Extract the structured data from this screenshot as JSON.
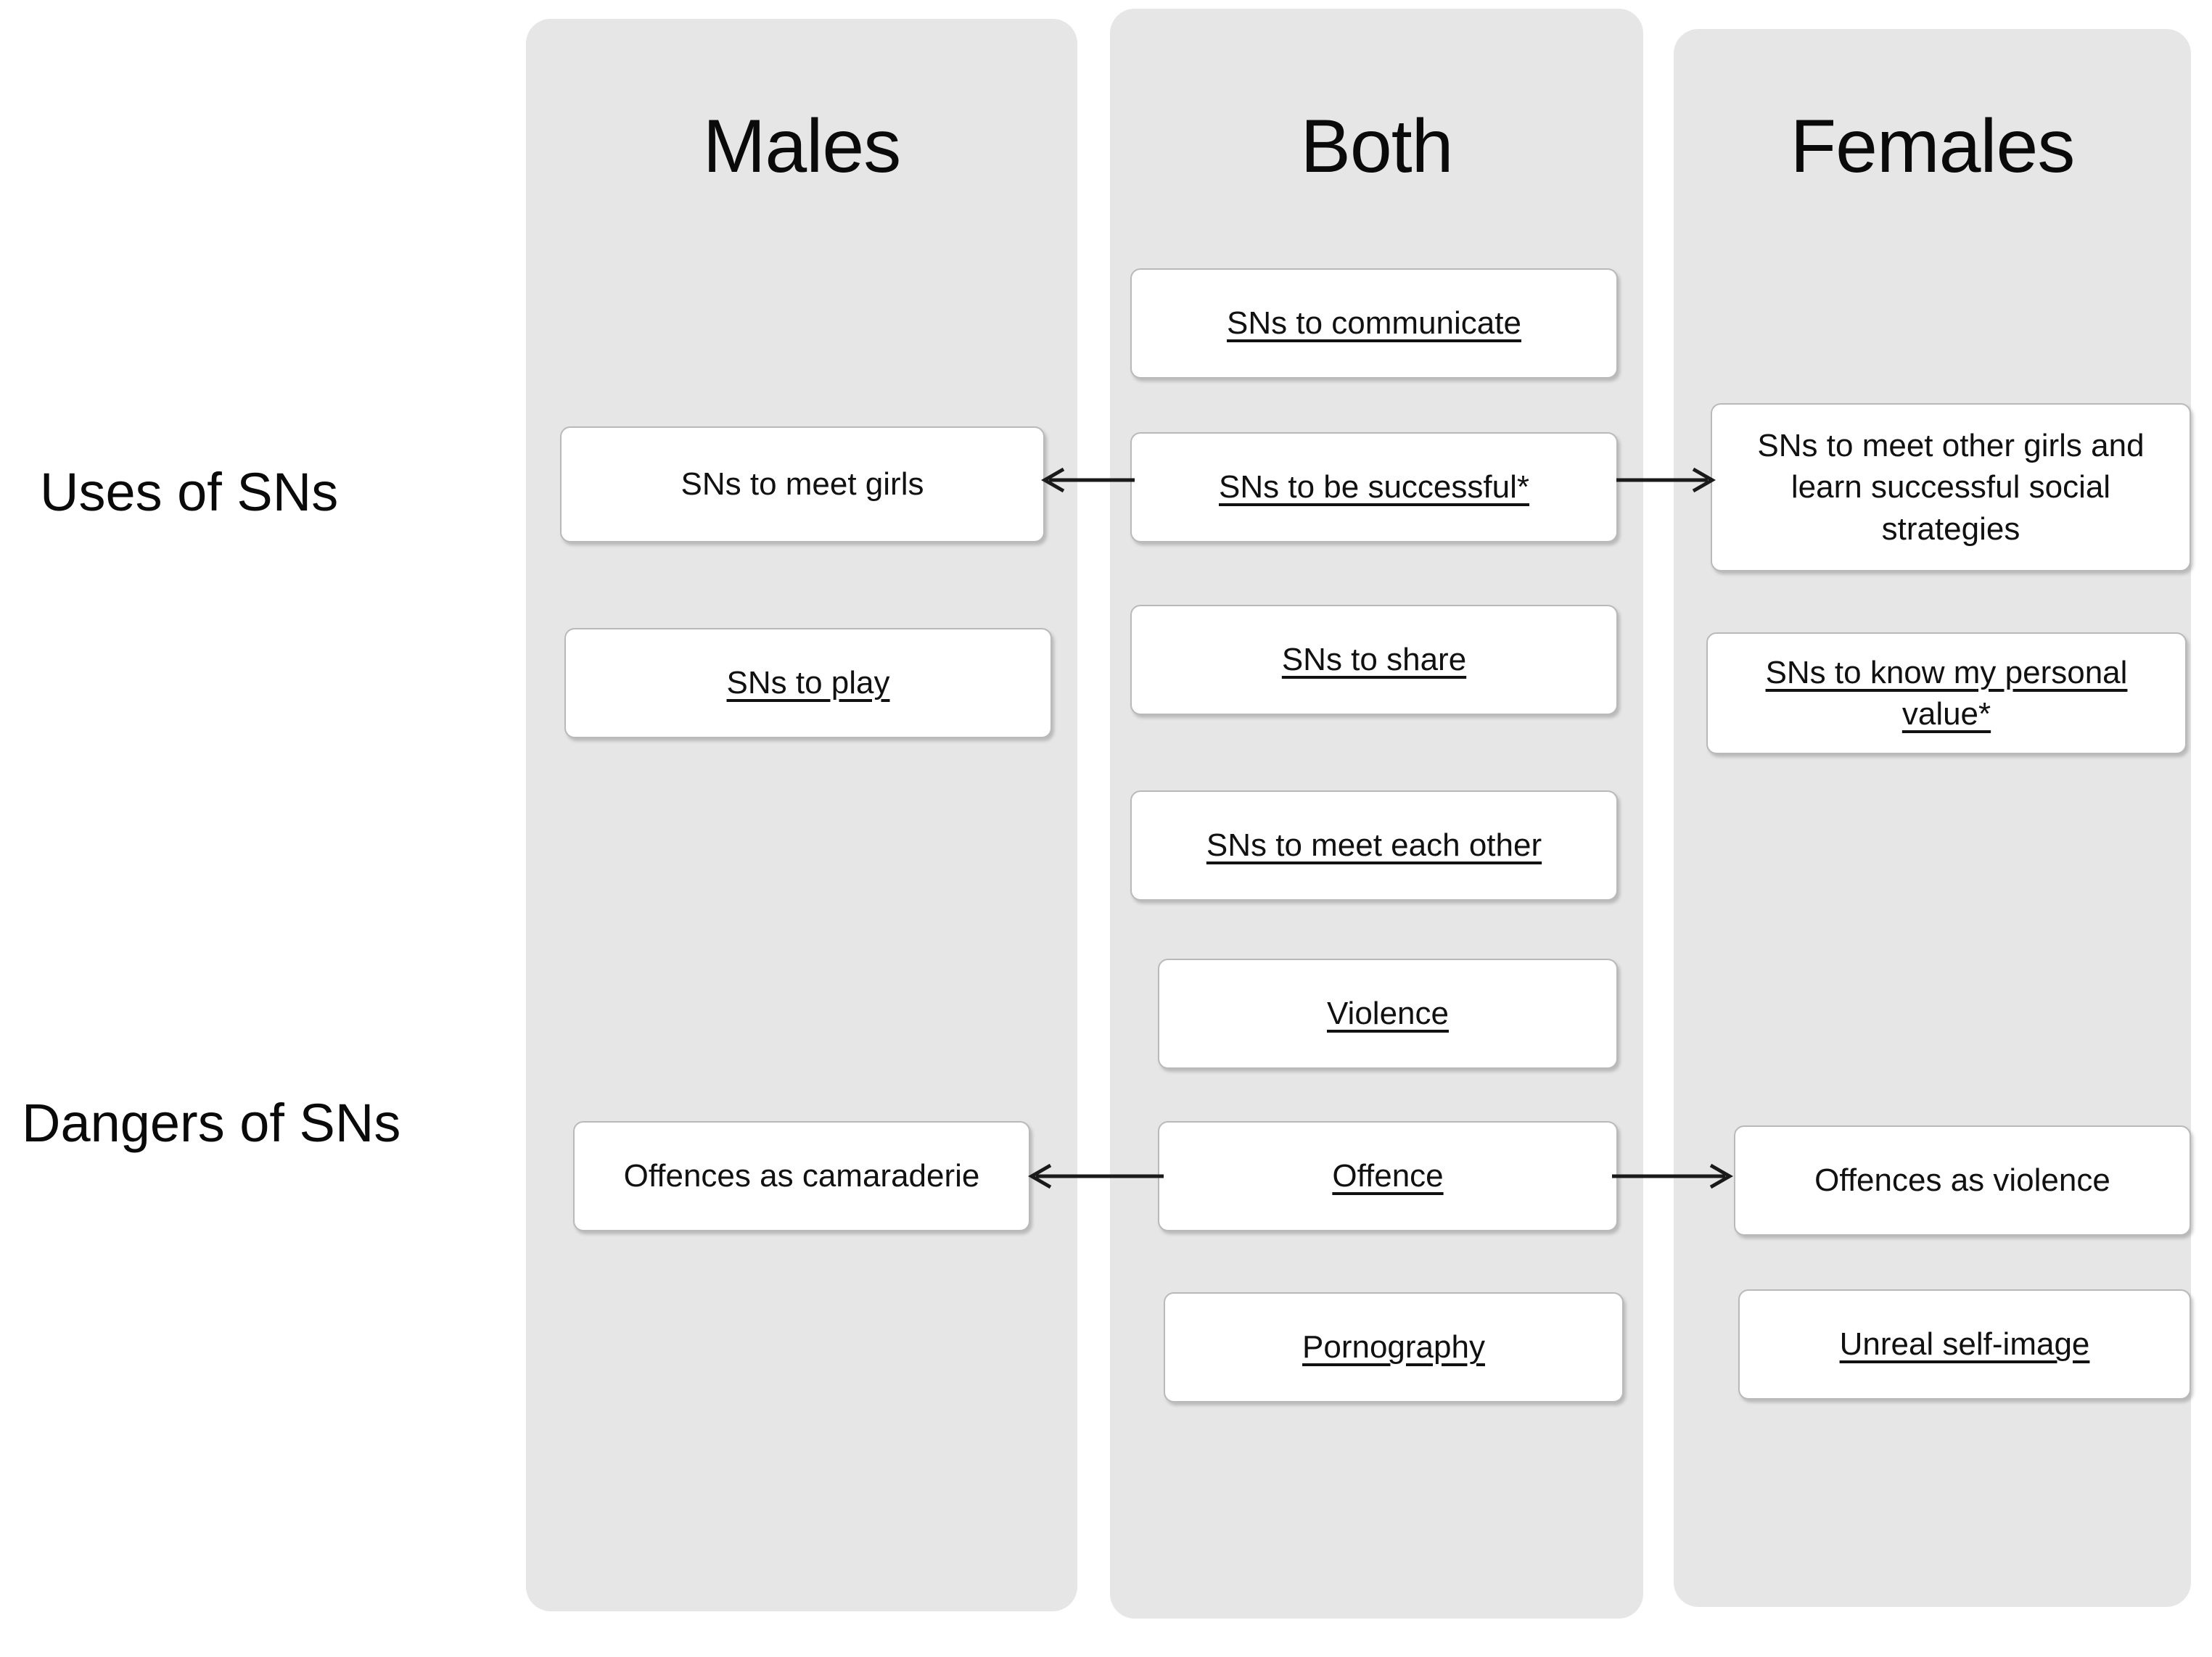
{
  "figure": {
    "type": "comparison-matrix-diagram",
    "background_color": "#ffffff",
    "column_color": "#e6e6e6",
    "node_color": "#ffffff",
    "node_border_color": "#b9b9b9"
  },
  "columns": [
    {
      "id": "males",
      "title": "Males"
    },
    {
      "id": "both",
      "title": "Both"
    },
    {
      "id": "females",
      "title": "Females"
    }
  ],
  "row_labels": [
    {
      "id": "uses",
      "text": "Uses of SNs"
    },
    {
      "id": "dangers",
      "text": "Dangers of SNs"
    }
  ],
  "nodes": {
    "both_communicate": {
      "text": "SNs to communicate",
      "underlined": true,
      "column": "both",
      "section": "uses"
    },
    "both_successful": {
      "text": "SNs to be successful*",
      "underlined": true,
      "column": "both",
      "section": "uses"
    },
    "both_share": {
      "text": "SNs to share",
      "underlined": true,
      "column": "both",
      "section": "uses"
    },
    "both_meet_each_other": {
      "text": "SNs to meet each other",
      "underlined": true,
      "column": "both",
      "section": "uses"
    },
    "both_violence": {
      "text": "Violence",
      "underlined": true,
      "column": "both",
      "section": "dangers"
    },
    "both_offence": {
      "text": "Offence",
      "underlined": true,
      "column": "both",
      "section": "dangers"
    },
    "both_pornography": {
      "text": "Pornography",
      "underlined": true,
      "column": "both",
      "section": "dangers"
    },
    "males_meet_girls": {
      "text": "SNs to meet girls",
      "underlined": false,
      "column": "males",
      "section": "uses"
    },
    "males_play": {
      "text": "SNs to play",
      "underlined": true,
      "column": "males",
      "section": "uses"
    },
    "males_camaraderie": {
      "text": "Offences as camaraderie",
      "underlined": false,
      "column": "males",
      "section": "dangers"
    },
    "females_meet_learn": {
      "text": "SNs to meet other girls and learn successful social strategies",
      "underlined": false,
      "column": "females",
      "section": "uses"
    },
    "females_personal_value": {
      "text": "SNs to know my personal value*",
      "underlined": true,
      "column": "females",
      "section": "uses"
    },
    "females_violence": {
      "text": "Offences as violence",
      "underlined": false,
      "column": "females",
      "section": "dangers"
    },
    "females_unreal": {
      "text": "Unreal self-image",
      "underlined": true,
      "column": "females",
      "section": "dangers"
    }
  },
  "connections": [
    {
      "id": "successful-to-males",
      "from": "both_successful",
      "to": "males_meet_girls",
      "direction": "left"
    },
    {
      "id": "successful-to-females",
      "from": "both_successful",
      "to": "females_meet_learn",
      "direction": "right"
    },
    {
      "id": "offence-to-males",
      "from": "both_offence",
      "to": "males_camaraderie",
      "direction": "left"
    },
    {
      "id": "offence-to-females",
      "from": "both_offence",
      "to": "females_violence",
      "direction": "right"
    }
  ],
  "footnote_marker": "*"
}
